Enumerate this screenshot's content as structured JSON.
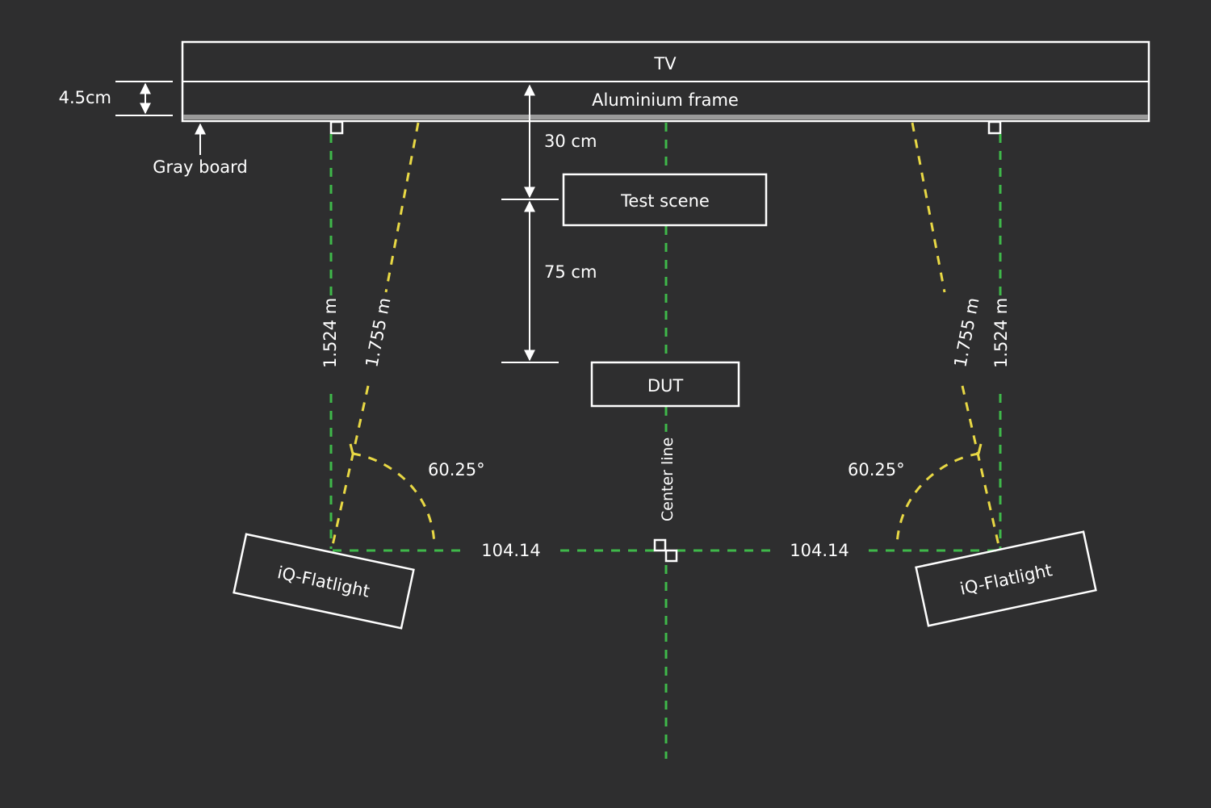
{
  "labels": {
    "tv": "TV",
    "frame": "Aluminium frame",
    "frame_thickness": "4.5cm",
    "gray_board": "Gray board",
    "dist_frame_scene": "30 cm",
    "test_scene": "Test scene",
    "dist_scene_dut": "75 cm",
    "dut": "DUT",
    "center_line": "Center line",
    "left_perp": "1.524 m",
    "left_diag": "1.755 m",
    "right_perp": "1.524 m",
    "right_diag": "1.755 m",
    "left_angle": "60.25°",
    "right_angle": "60.25°",
    "left_horizontal": "104.14",
    "right_horizontal": "104.14",
    "left_light": "iQ-Flatlight",
    "right_light": "iQ-Flatlight"
  },
  "colors": {
    "background": "#2e2e2f",
    "outline": "#ffffff",
    "perpendicular_lines": "#3fb84a",
    "angled_lines": "#e8d844",
    "gray_board": "#9a9a9a"
  }
}
